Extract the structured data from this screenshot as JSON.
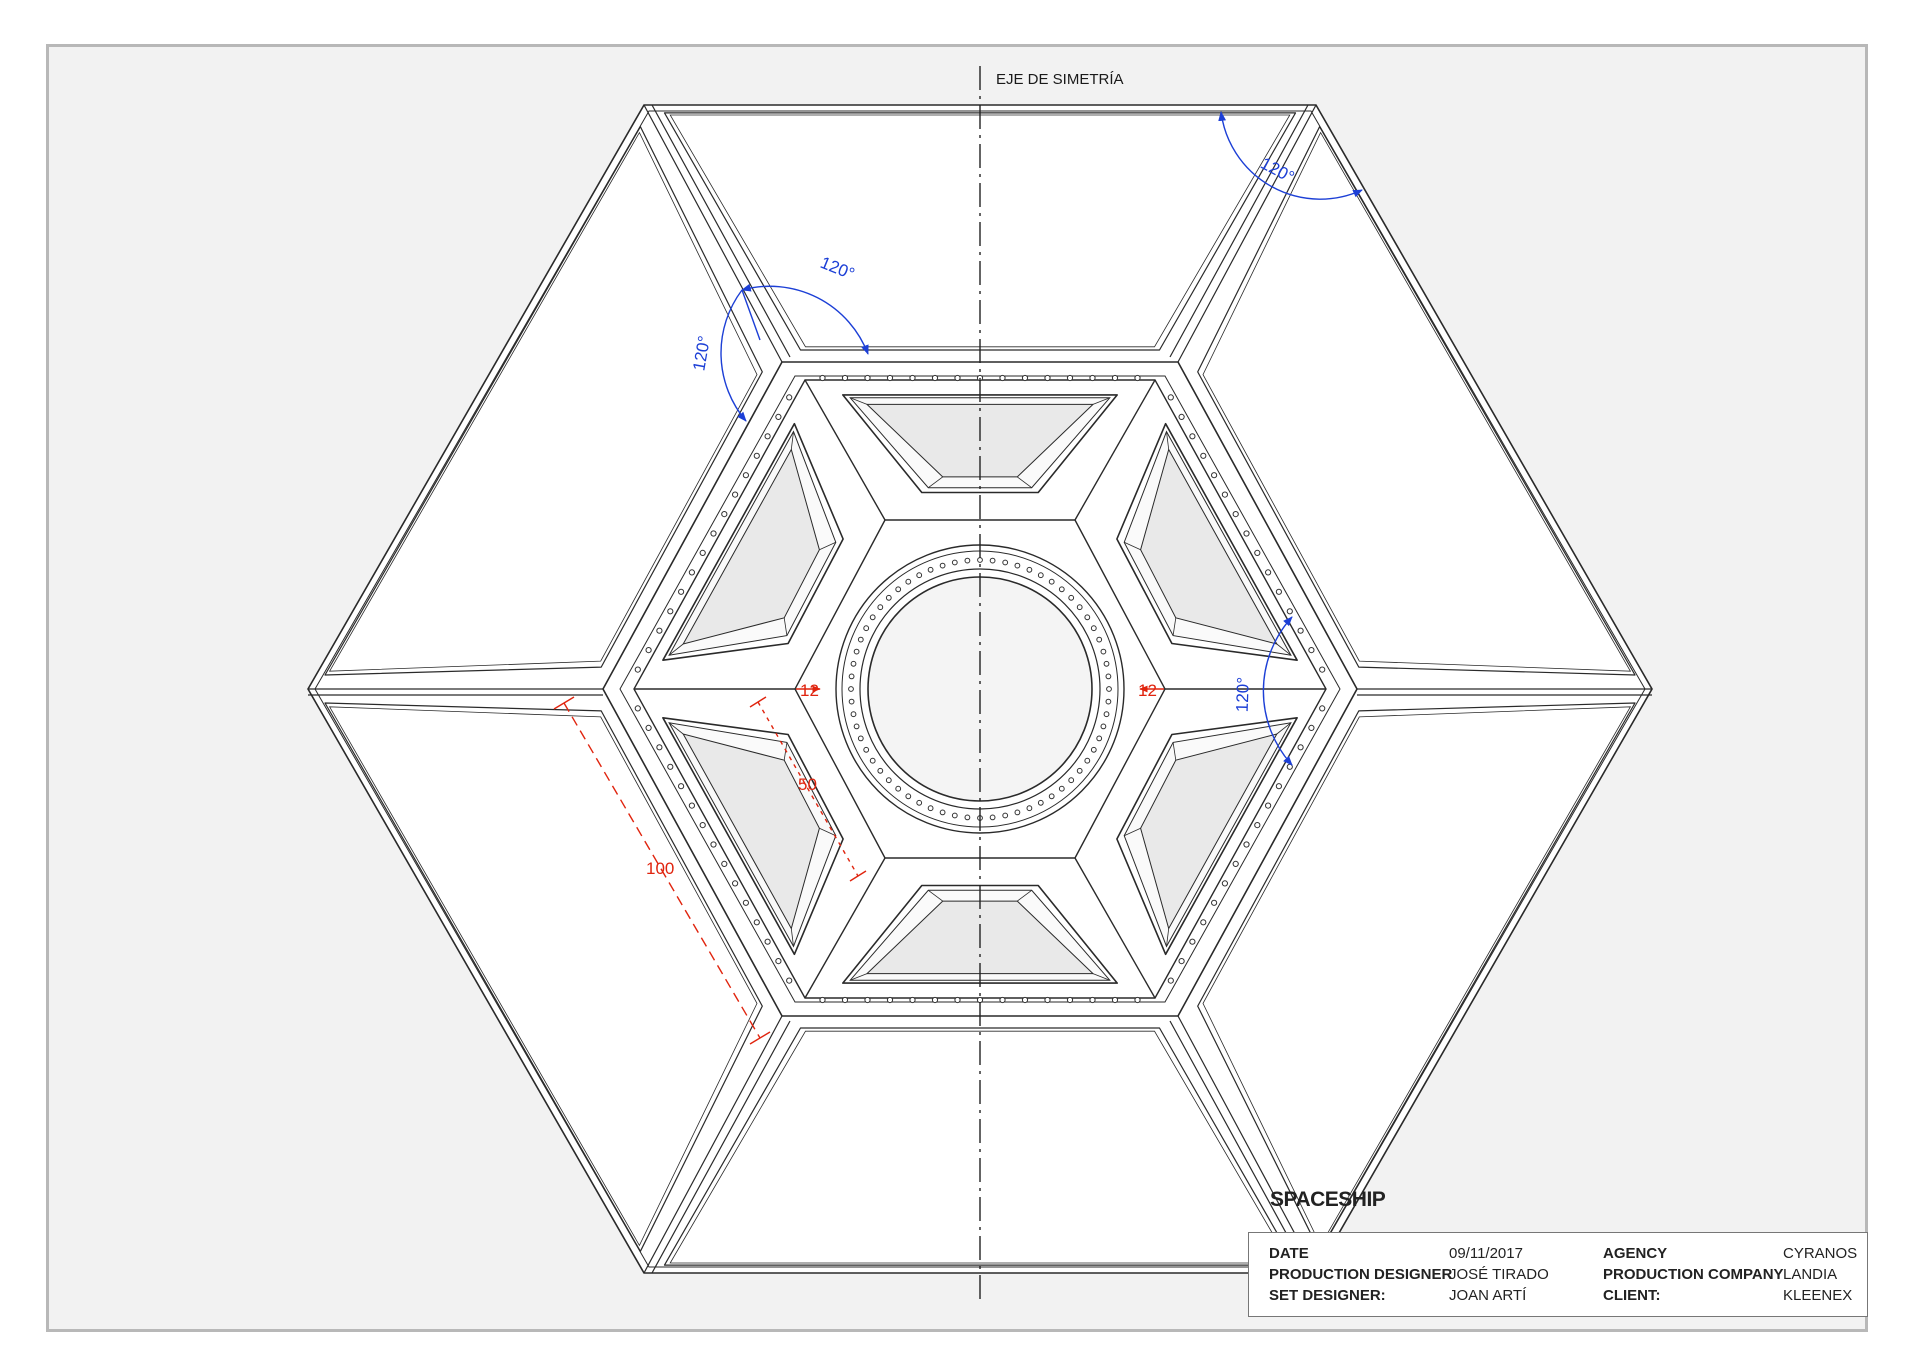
{
  "drawing": {
    "symmetry_axis_label": "EJE DE SIMETRÍA",
    "angle_labels": [
      "120°",
      "120°",
      "120°",
      "120°"
    ],
    "dimension_labels": {
      "gap_left": "12",
      "gap_right": "12",
      "inner_length": "50",
      "outer_length": "100"
    },
    "colors": {
      "line": "#2a2a2a",
      "dimension_blue": "#1c3fd6",
      "dimension_red": "#e0240e",
      "sheet": "#f2f2f2",
      "panel_fill": "#ffffff",
      "window_glass": "#e9e9e9"
    }
  },
  "title_block": {
    "title": "SPACESHIP",
    "rows": [
      {
        "key": "DATE",
        "value": "09/11/2017",
        "key2": "AGENCY",
        "value2": "CYRANOS"
      },
      {
        "key": "PRODUCTION DESIGNER",
        "value": "JOSÉ TIRADO",
        "key2": "PRODUCTION COMPANY",
        "value2": "LANDIA"
      },
      {
        "key": "SET DESIGNER:",
        "value": "JOAN ARTÍ",
        "key2": "CLIENT:",
        "value2": "KLEENEX"
      }
    ]
  }
}
